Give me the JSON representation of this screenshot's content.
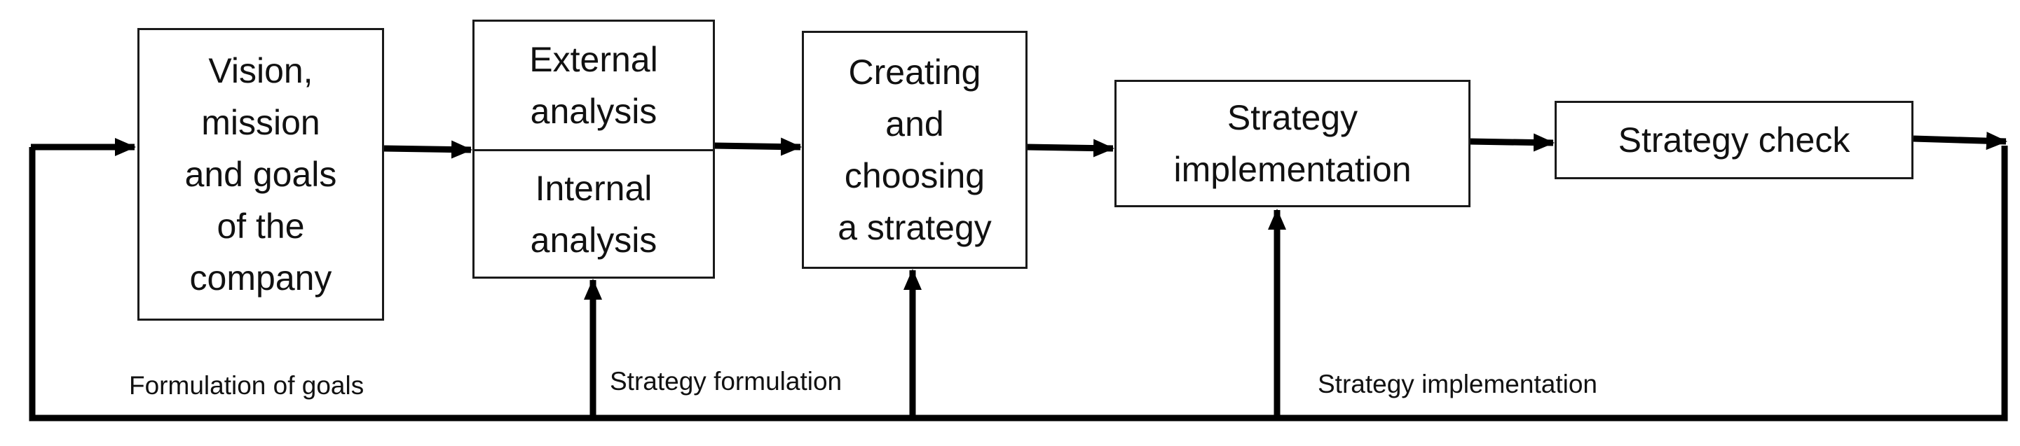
{
  "boxes": {
    "vision": "Vision,\nmission\nand goals\nof the\ncompany",
    "external": "External\nanalysis",
    "internal": "Internal\nanalysis",
    "creating": "Creating\nand\nchoosing\na strategy",
    "implementation": "Strategy\nimplementation",
    "check": "Strategy check"
  },
  "labels": {
    "formulation_goals": "Formulation of goals",
    "strategy_formulation": "Strategy formulation",
    "strategy_implementation": "Strategy implementation"
  }
}
